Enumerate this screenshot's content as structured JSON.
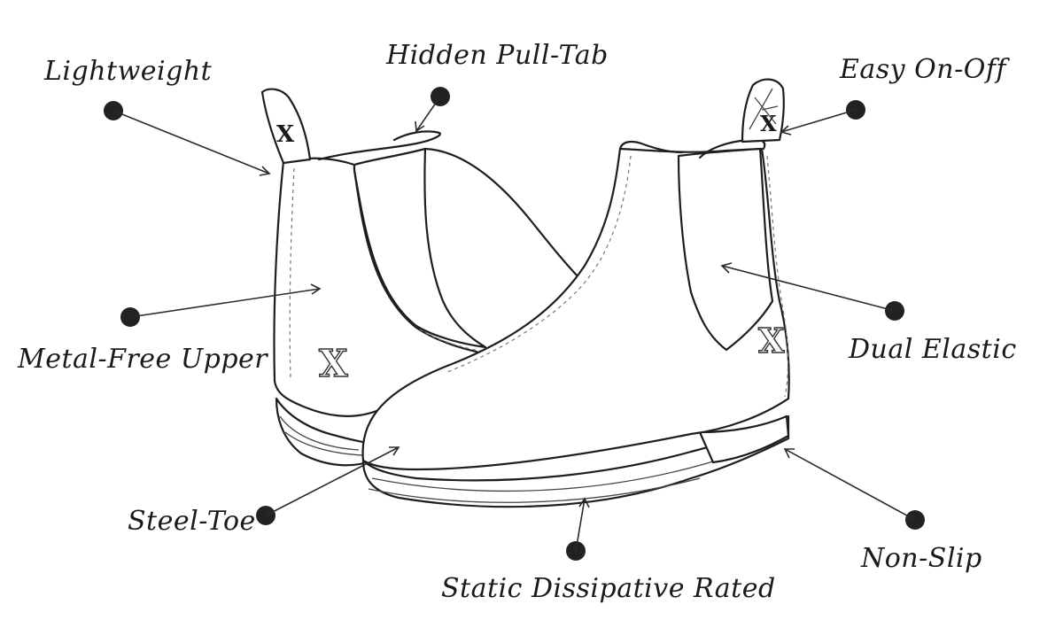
{
  "callouts": {
    "lightweight": "Lightweight",
    "hidden_pull_tab": "Hidden Pull-Tab",
    "easy_on_off": "Easy On-Off",
    "metal_free_upper": "Metal-Free Upper",
    "dual_elastic": "Dual Elastic",
    "steel_toe": "Steel-Toe",
    "static_dissipative": "Static Dissipative Rated",
    "non_slip": "Non-Slip"
  },
  "logo": {
    "brand_mark": "X"
  },
  "colors": {
    "ink": "#1e1e1e",
    "paper": "#ffffff"
  }
}
